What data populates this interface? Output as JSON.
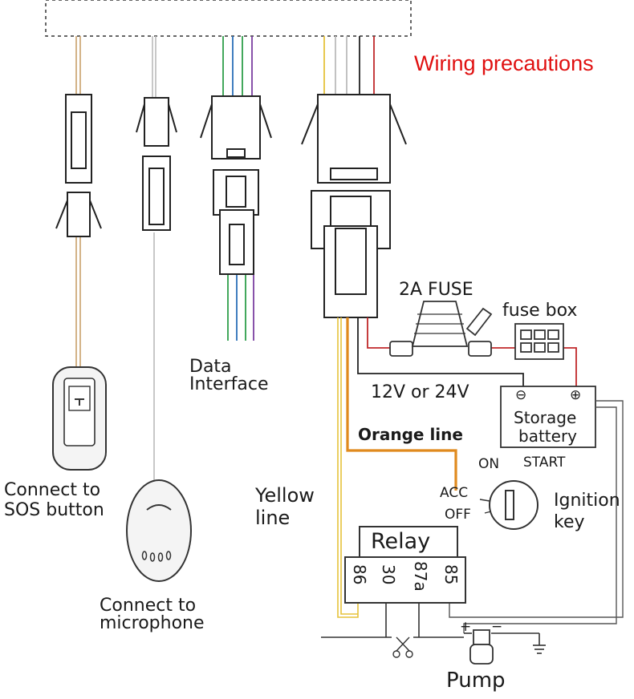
{
  "title": "Wiring precautions",
  "labels": {
    "sos": [
      "Connect to",
      "SOS button"
    ],
    "mic": [
      "Connect to",
      "microphone"
    ],
    "data": [
      "Data",
      "Interface"
    ],
    "yellow": [
      "Yellow",
      "line"
    ],
    "orange": "Orange line",
    "fuse": "2A FUSE",
    "fusebox": "fuse box",
    "voltage": "12V or 24V",
    "battery": [
      "Storage",
      "battery"
    ],
    "battery_minus": "⊖",
    "battery_plus": "⊕",
    "ign_on": "ON",
    "ign_start": "START",
    "ign_acc": "ACC",
    "ign_off": "OFF",
    "ignition": [
      "Ignition",
      "key"
    ],
    "relay": "Relay",
    "pins": [
      "86",
      "30",
      "87a",
      "85"
    ],
    "pump": "Pump",
    "pump_plus": "+",
    "pump_minus": "−"
  },
  "colors": {
    "title": "#e01010",
    "orange_wire": "#e08a1e",
    "yellow_wire": "#e6c23a",
    "red_wire": "#c0282a",
    "green_wire": "#2e9e4a",
    "blue_wire": "#2a6fb8",
    "purple_wire": "#7b3fa0",
    "tan_wire": "#c8a06a",
    "black_wire": "#222222"
  }
}
